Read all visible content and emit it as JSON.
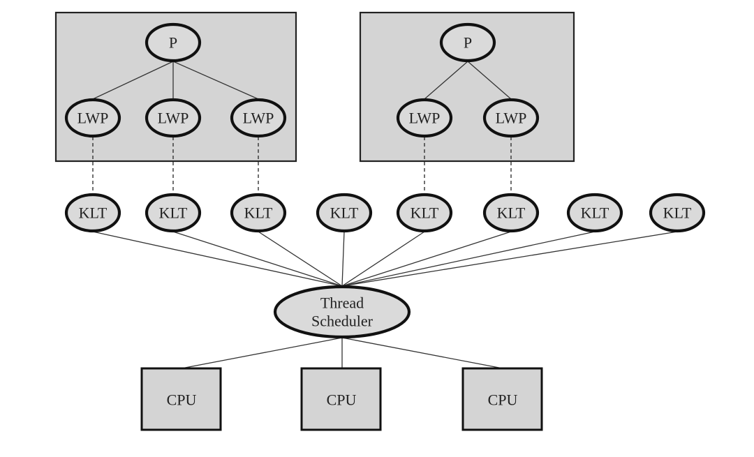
{
  "diagram": {
    "process_label": "P",
    "lwp_label": "LWP",
    "klt_label": "KLT",
    "scheduler_line1": "Thread",
    "scheduler_line2": "Scheduler",
    "cpu_label": "CPU"
  }
}
